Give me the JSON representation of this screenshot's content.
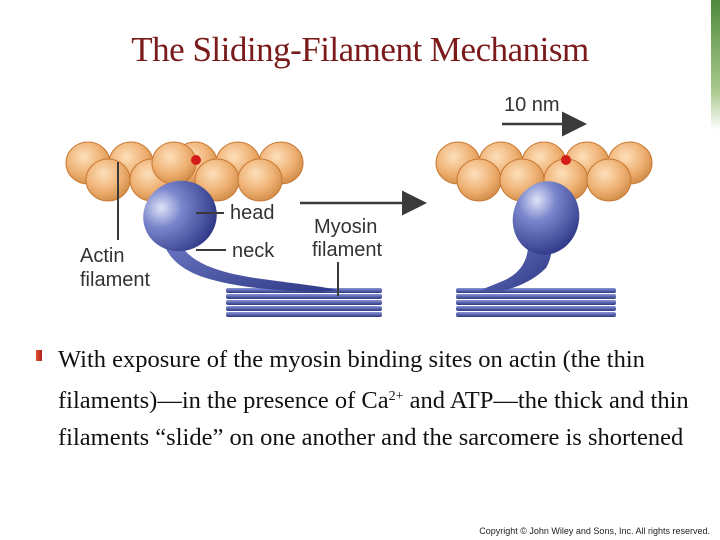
{
  "title": "The Sliding-Filament Mechanism",
  "diagram": {
    "scale_label": "10 nm",
    "labels": {
      "head": "head",
      "neck": "neck",
      "myosin_line1": "Myosin",
      "myosin_line2": "filament",
      "actin_line1": "Actin",
      "actin_line2": "filament"
    },
    "colors": {
      "actin_bead": "#e8a866",
      "actin_outline": "#c97a34",
      "binding_site": "#d51a1a",
      "myosin": "#4a55a8",
      "myosin_dark": "#2a3277",
      "arrow": "#3a3a3a"
    }
  },
  "bullet": {
    "text_before": "With exposure of the myosin binding sites on actin (the thin filaments)—in the presence of Ca",
    "superscript": "2+",
    "text_after": " and ATP—the thick and thin filaments “slide” on one another and the sarcomere is shortened"
  },
  "copyright": "Copyright © John Wiley and Sons, Inc. All rights reserved."
}
